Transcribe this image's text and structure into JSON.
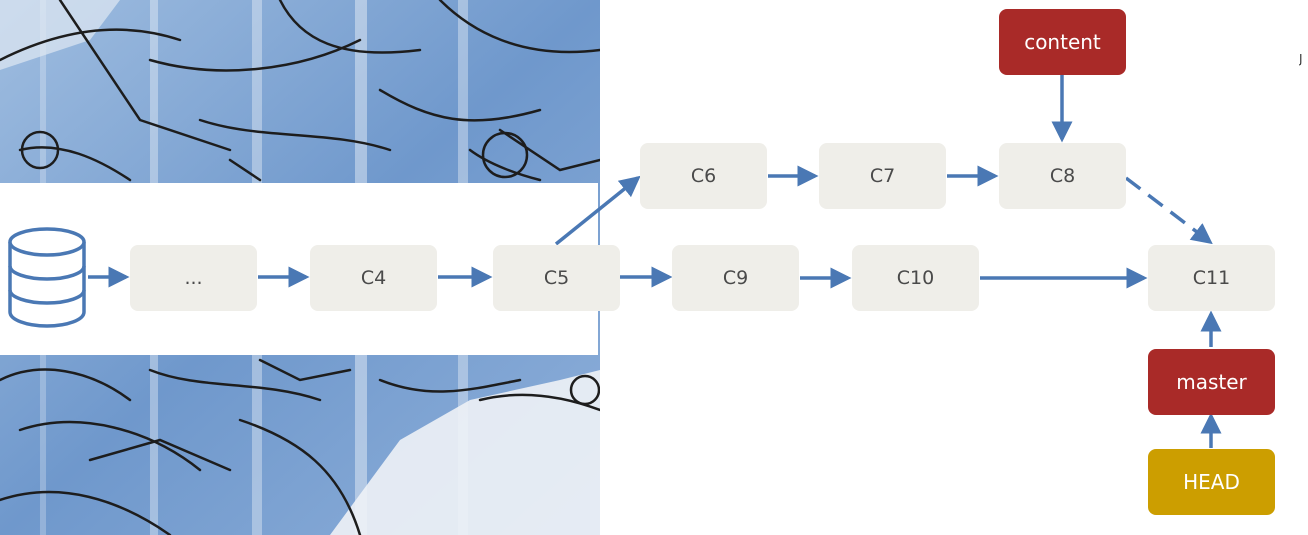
{
  "colors": {
    "node_fill": "#efeee9",
    "node_text": "#4a4a4a",
    "arrow": "#4a78b4",
    "branch_ref": "#a92a28",
    "head_ref": "#cc9e00",
    "db_icon": "#4a78b4"
  },
  "icons": {
    "repository": "database-icon"
  },
  "commits": {
    "ellipsis": "...",
    "c4": "C4",
    "c5": "C5",
    "c6": "C6",
    "c7": "C7",
    "c8": "C8",
    "c9": "C9",
    "c10": "C10",
    "c11": "C11"
  },
  "refs": {
    "content": "content",
    "master": "master",
    "head": "HEAD"
  },
  "edges": [
    {
      "from": "repository",
      "to": "ellipsis",
      "style": "solid"
    },
    {
      "from": "ellipsis",
      "to": "C4",
      "style": "solid"
    },
    {
      "from": "C4",
      "to": "C5",
      "style": "solid"
    },
    {
      "from": "C5",
      "to": "C6",
      "style": "solid"
    },
    {
      "from": "C6",
      "to": "C7",
      "style": "solid"
    },
    {
      "from": "C7",
      "to": "C8",
      "style": "solid"
    },
    {
      "from": "C8",
      "to": "C11",
      "style": "dashed"
    },
    {
      "from": "C5",
      "to": "C9",
      "style": "solid"
    },
    {
      "from": "C9",
      "to": "C10",
      "style": "solid"
    },
    {
      "from": "C10",
      "to": "C11",
      "style": "solid"
    },
    {
      "from": "content",
      "to": "C8",
      "style": "solid"
    },
    {
      "from": "master",
      "to": "C11",
      "style": "solid"
    },
    {
      "from": "HEAD",
      "to": "master",
      "style": "solid"
    }
  ],
  "edge_glyph": "J"
}
